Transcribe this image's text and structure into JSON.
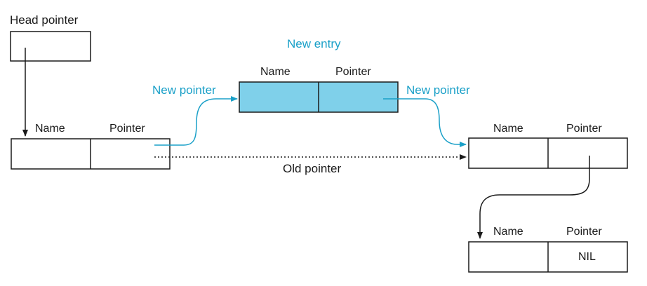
{
  "colors": {
    "ink": "#1a1a1a",
    "accent": "#1aa0c8",
    "new_entry_fill": "#7fd0ea"
  },
  "head": {
    "label": "Head pointer"
  },
  "new_entry": {
    "title": "New entry",
    "name_label": "Name",
    "pointer_label": "Pointer"
  },
  "node_first": {
    "name_label": "Name",
    "pointer_label": "Pointer"
  },
  "node_second": {
    "name_label": "Name",
    "pointer_label": "Pointer"
  },
  "node_last": {
    "name_label": "Name",
    "pointer_label": "Pointer",
    "pointer_value": "NIL"
  },
  "arrows": {
    "new_pointer_in": "New pointer",
    "new_pointer_out": "New pointer",
    "old_pointer": "Old pointer"
  }
}
